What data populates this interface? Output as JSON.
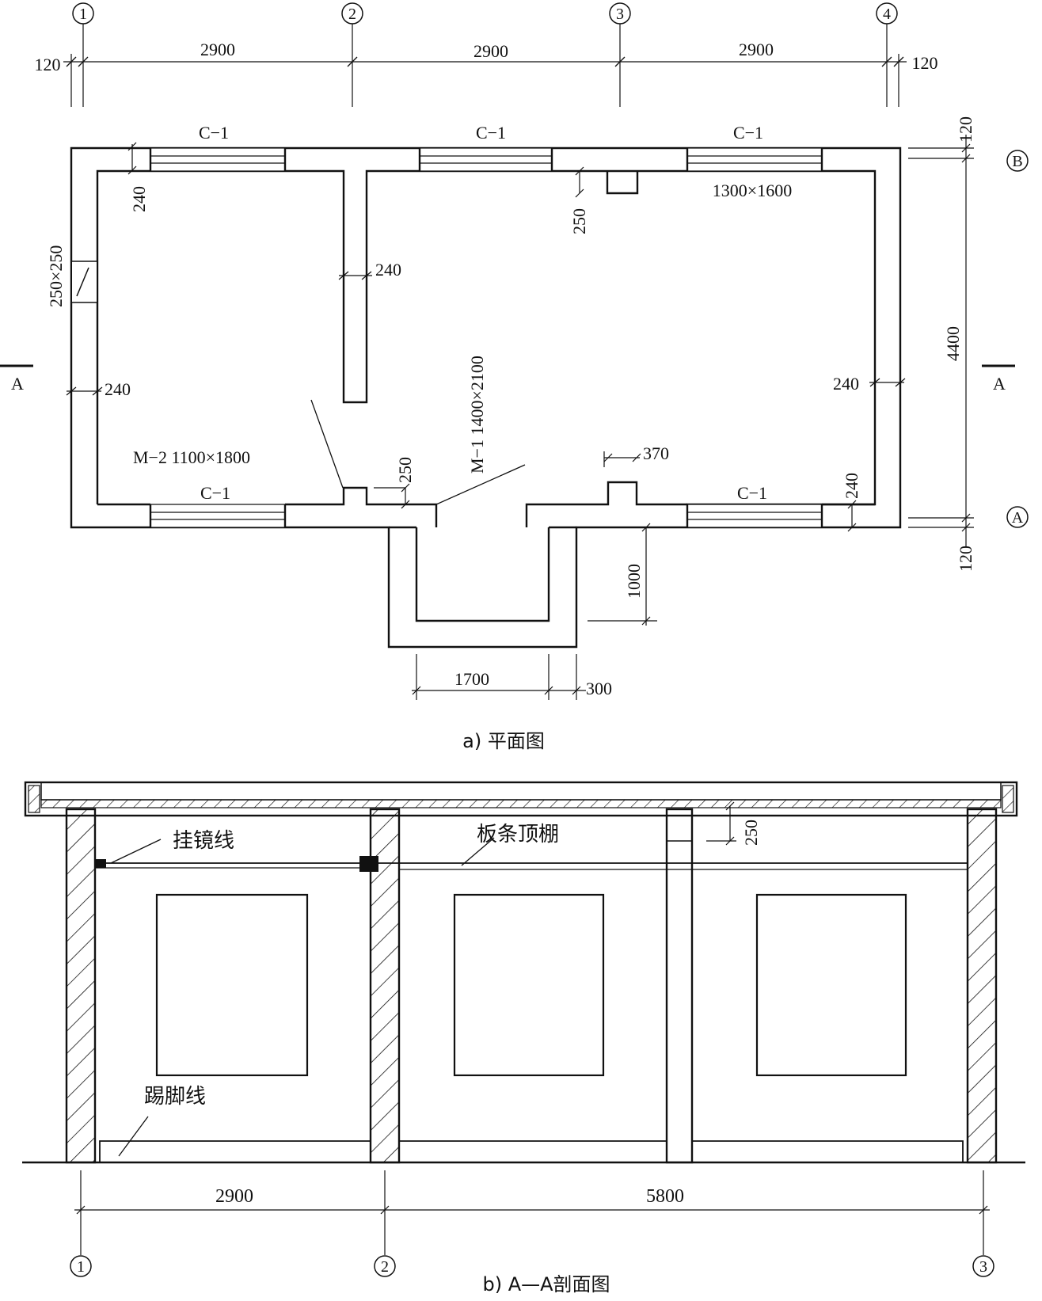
{
  "plan": {
    "axes": [
      "1",
      "2",
      "3",
      "4"
    ],
    "axes_vertical": [
      "B",
      "A"
    ],
    "top_dims": {
      "edge_left": "120",
      "bay1": "2900",
      "bay2": "2900",
      "bay3": "2900",
      "edge_right": "120"
    },
    "window_labels": [
      "C−1",
      "C−1",
      "C−1",
      "C−1",
      "C−1"
    ],
    "window_size": "1300×1600",
    "door_m1": "M−1  1400×2100",
    "door_m2": "M−2   1100×1800",
    "vent": "250×250",
    "right_dims": {
      "top": "120",
      "depth": "4400",
      "bottom": "120"
    },
    "wall_dims": {
      "left_top": "240",
      "inner": "240",
      "left_mid": "240",
      "right_mid": "240",
      "right_bottom": "240",
      "col_top": "250",
      "col_bottom": "250",
      "pilaster": "370"
    },
    "porch_dims": {
      "depth": "1000",
      "width": "1700",
      "wall": "300"
    },
    "section_mark": "A",
    "caption": "a) 平面图"
  },
  "section": {
    "labels": {
      "picture_rail": "挂镜线",
      "ceiling": "板条顶棚",
      "skirting": "踢脚线",
      "beam": "250"
    },
    "bottom_dims": {
      "left": "2900",
      "right": "5800"
    },
    "axes": [
      "1",
      "2",
      "3"
    ],
    "caption": "b) A—A剖面图"
  }
}
